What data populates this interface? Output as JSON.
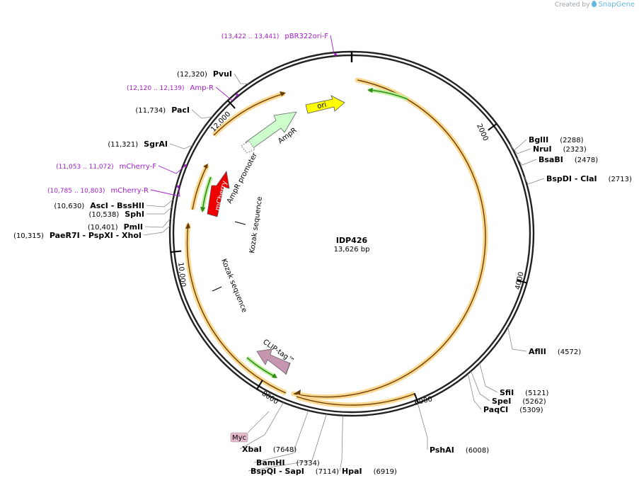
{
  "watermark": {
    "created_by": "Created by",
    "brand": "SnapGene"
  },
  "plasmid": {
    "name": "IDP426",
    "size_label": "13,626 bp",
    "length": 13626
  },
  "ticks": [
    {
      "pos": 2000,
      "label": "2000"
    },
    {
      "pos": 4000,
      "label": "4000"
    },
    {
      "pos": 6000,
      "label": "6000"
    },
    {
      "pos": 8000,
      "label": "8000"
    },
    {
      "pos": 10000,
      "label": "10,000"
    },
    {
      "pos": 12000,
      "label": "12,000"
    }
  ],
  "enzymes": [
    {
      "name": "BglII",
      "pos_label": "(2288)",
      "pos": 2288
    },
    {
      "name": "NruI",
      "pos_label": "(2323)",
      "pos": 2323
    },
    {
      "name": "BsaBI",
      "pos_label": "(2478)",
      "pos": 2478
    },
    {
      "name": "BspDI  - ClaI",
      "pos_label": "(2713)",
      "pos": 2713
    },
    {
      "name": "AflII",
      "pos_label": "(4572)",
      "pos": 4572
    },
    {
      "name": "SfiI",
      "pos_label": "(5121)",
      "pos": 5121
    },
    {
      "name": "SpeI",
      "pos_label": "(5262)",
      "pos": 5262
    },
    {
      "name": "PaqCI",
      "pos_label": "(5309)",
      "pos": 5309
    },
    {
      "name": "PshAI",
      "pos_label": "(6008)",
      "pos": 6008
    },
    {
      "name": "HpaI",
      "pos_label": "(6919)",
      "pos": 6919
    },
    {
      "name": "BspQI  - SapI",
      "pos_label": "(7114)",
      "pos": 7114
    },
    {
      "name": "BamHI",
      "pos_label": "(7334)",
      "pos": 7334
    },
    {
      "name": "XbaI",
      "pos_label": "(7648)",
      "pos": 7648
    },
    {
      "name": "PaeR7I  - PspXI  - XhoI",
      "pos_label": "(10,315)",
      "pos": 10315
    },
    {
      "name": "PmlI",
      "pos_label": "(10,401)",
      "pos": 10401
    },
    {
      "name": "SphI",
      "pos_label": "(10,538)",
      "pos": 10538
    },
    {
      "name": "AscI  - BssHII",
      "pos_label": "(10,630)",
      "pos": 10630
    },
    {
      "name": "SgrAI",
      "pos_label": "(11,321)",
      "pos": 11321
    },
    {
      "name": "PacI",
      "pos_label": "(11,734)",
      "pos": 11734
    },
    {
      "name": "PvuI",
      "pos_label": "(12,320)",
      "pos": 12320
    }
  ],
  "primers": [
    {
      "name": "pBR322ori-F",
      "range_label": "(13,422 .. 13,441)",
      "pos": 13431
    },
    {
      "name": "Amp-R",
      "range_label": "(12,120 .. 12,139)",
      "pos": 12130
    },
    {
      "name": "mCherry-F",
      "range_label": "(11,053 .. 11,072)",
      "pos": 11062
    },
    {
      "name": "mCherry-R",
      "range_label": "(10,785 .. 10,803)",
      "pos": 10794
    }
  ],
  "features": [
    {
      "name": "ori",
      "color": "#ffff00"
    },
    {
      "name": "AmpR",
      "color": "#ccffcc"
    },
    {
      "name": "AmpR promoter",
      "color": "#ffffff"
    },
    {
      "name": "mCherry",
      "color": "#ee0000"
    },
    {
      "name": "Kozak sequence",
      "color": "#000000"
    },
    {
      "name": "Kozak sequence",
      "color": "#000000"
    },
    {
      "name": "CLIP-tag™",
      "color": "#c795b0"
    },
    {
      "name": "Myc",
      "color": "#e6b8cc"
    }
  ],
  "colors": {
    "primer": "#a020c8",
    "orf_fill": "#fbd88f",
    "orf_line": "#6b3d06",
    "orf_green": "#2f8a16"
  }
}
